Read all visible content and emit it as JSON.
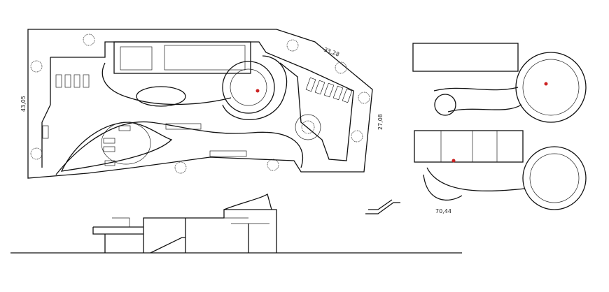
{
  "drawing": {
    "site_plan": {
      "dimensions": {
        "top_edge": "33,28",
        "left_edge": "43,05",
        "right_edge": "27,08"
      }
    },
    "floor_plans": {
      "dimensions": {
        "width": "70,44"
      }
    },
    "colors": {
      "lines": "#111111",
      "markers": "#cc2222",
      "background": "#ffffff"
    }
  }
}
